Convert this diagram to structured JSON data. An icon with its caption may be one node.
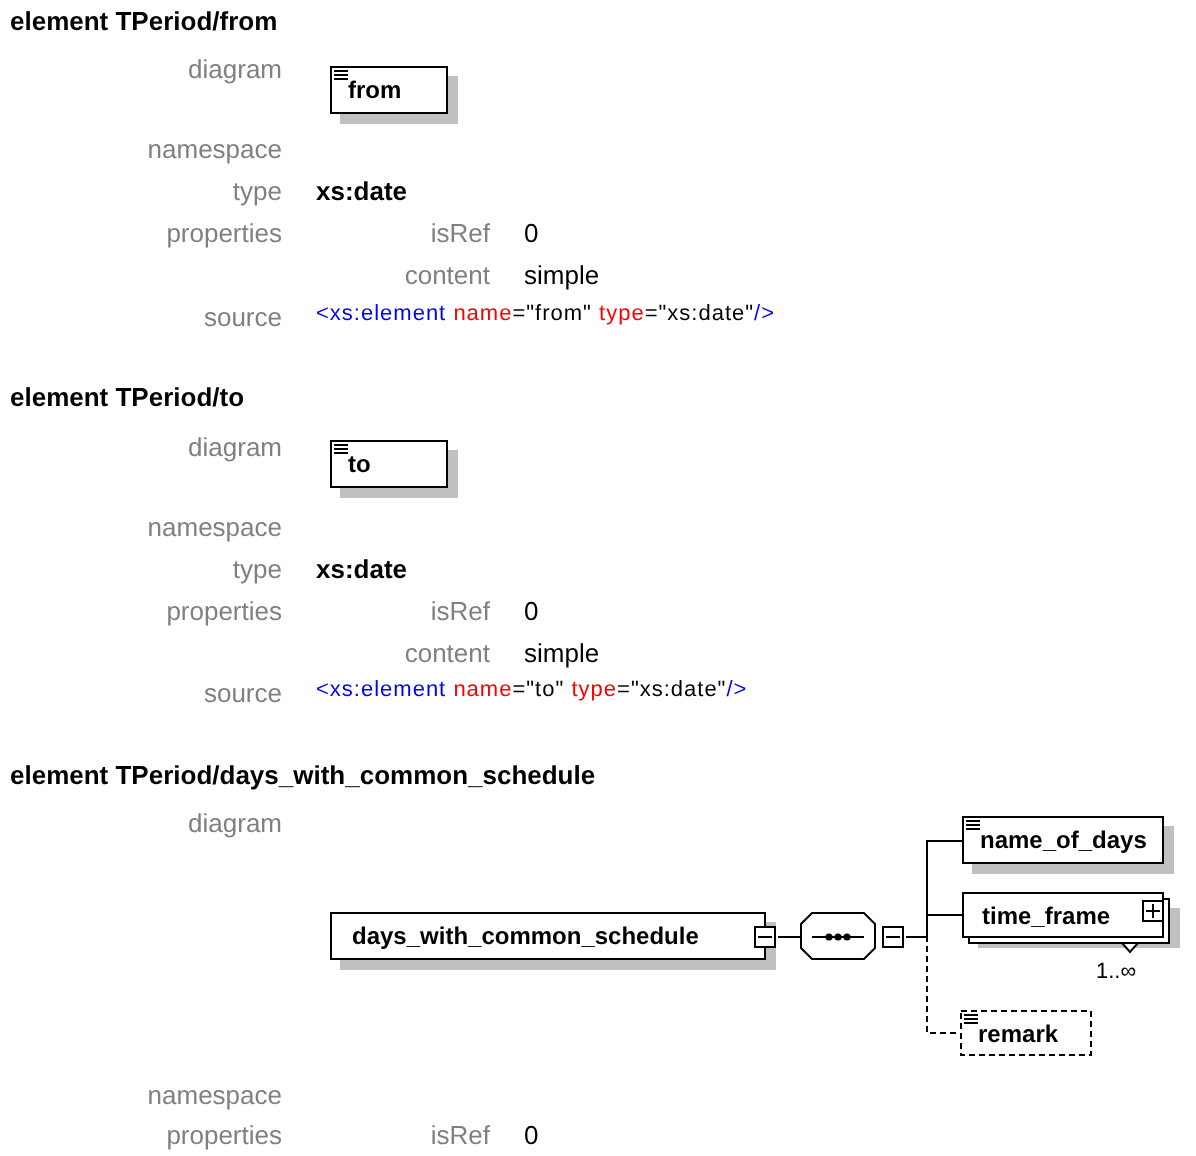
{
  "diagram": {
    "nodes": [
      {
        "text": [
          "from"
        ]
      },
      {
        "text": [
          "to"
        ]
      },
      {
        "text": [
          "days_with_common_schedule"
        ]
      },
      {
        "text": [],
        "shape": "octagon"
      },
      {
        "text": [
          "name_of_days"
        ]
      },
      {
        "text": [
          "time_frame"
        ],
        "beside": [
          "1..∞"
        ]
      },
      {
        "text": [
          "remark"
        ]
      }
    ],
    "edges": [
      {
        "from": 2,
        "to": 3,
        "arrow": "none"
      },
      {
        "from": 3,
        "to": 4,
        "arrow": "none"
      },
      {
        "from": 3,
        "to": 5,
        "arrow": "none"
      },
      {
        "from": 3,
        "to": 6,
        "arrow": "none",
        "style": "dashed"
      }
    ],
    "labels": [
      "element TPeriod/from",
      "diagram",
      "namespace",
      "type",
      "xs:date",
      "properties",
      "isRef",
      "0",
      "content",
      "simple",
      "source",
      "<xs:element name=\"from\" type=\"xs:date\"/>",
      "element TPeriod/to",
      "diagram",
      "namespace",
      "type",
      "xs:date",
      "properties",
      "isRef",
      "0",
      "content",
      "simple",
      "source",
      "<xs:element name=\"to\" type=\"xs:date\"/>",
      "element TPeriod/days_with_common_schedule",
      "diagram",
      "namespace",
      "properties",
      "isRef",
      "0"
    ]
  }
}
